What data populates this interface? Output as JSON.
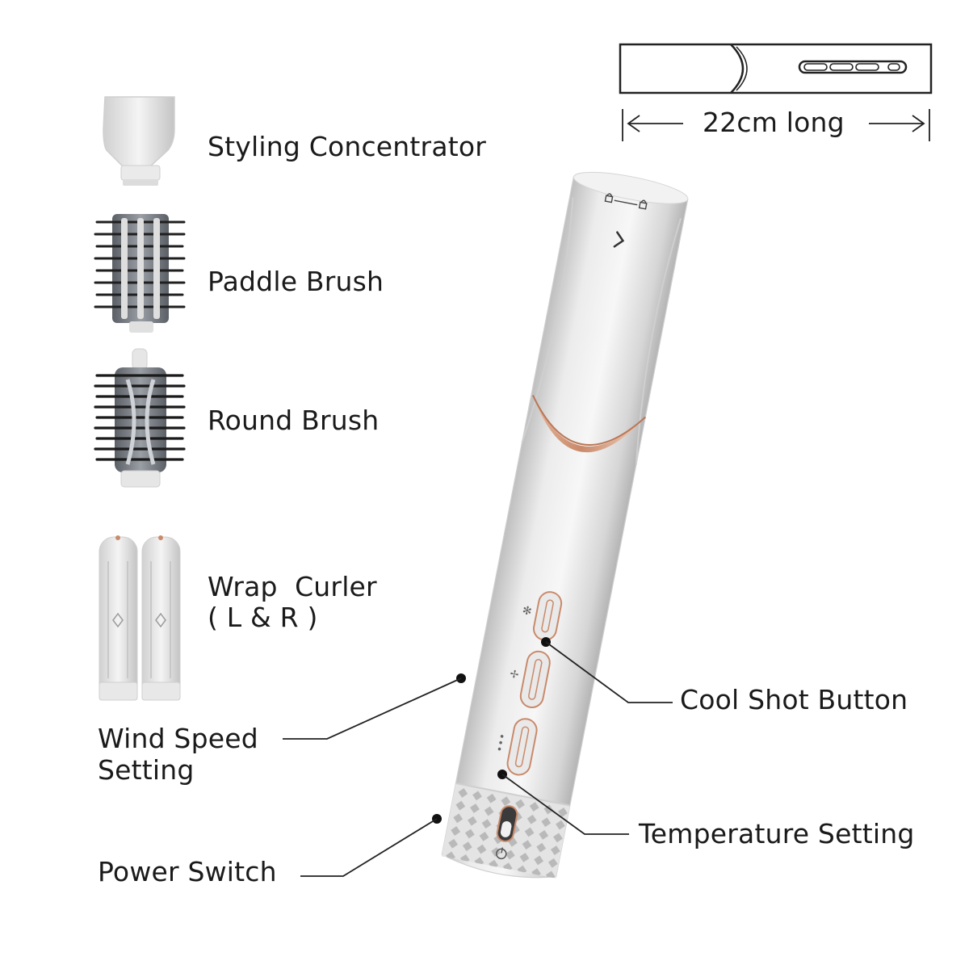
{
  "dimension": {
    "length_text": "22cm long"
  },
  "accessories": [
    {
      "name": "Styling Concentrator"
    },
    {
      "name": "Paddle Brush"
    },
    {
      "name": "Round Brush"
    },
    {
      "name": "Wrap  Curler",
      "sub": "( L & R )"
    }
  ],
  "callouts": {
    "wind_speed": {
      "line1": "Wind Speed",
      "line2": "Setting"
    },
    "power_switch": "Power Switch",
    "cool_shot": "Cool Shot Button",
    "temperature": "Temperature Setting"
  },
  "colors": {
    "body": "#d9d9d9",
    "accent_rose_gold": "#c98a6b",
    "brush_grey": "#6e727a",
    "bristle": "#1f1f1f"
  }
}
